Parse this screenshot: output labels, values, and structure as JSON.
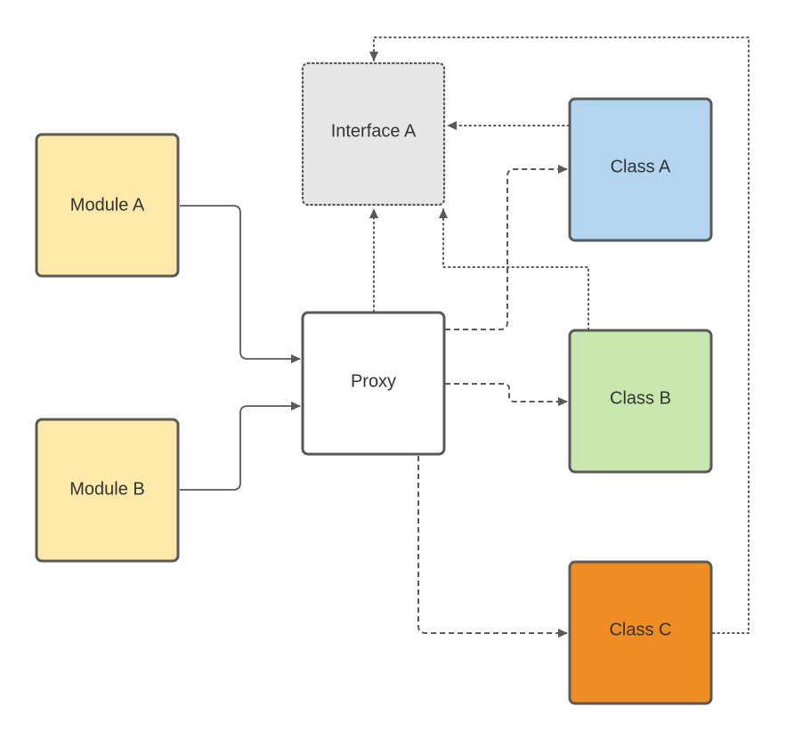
{
  "nodes": {
    "module_a": {
      "label": "Module A",
      "fill": "#fde9a9"
    },
    "module_b": {
      "label": "Module B",
      "fill": "#fde9a9"
    },
    "interface_a": {
      "label": "Interface A",
      "fill": "#e6e6e6",
      "border": "dotted"
    },
    "proxy": {
      "label": "Proxy",
      "fill": "#ffffff"
    },
    "class_a": {
      "label": "Class A",
      "fill": "#b4d5f0"
    },
    "class_b": {
      "label": "Class B",
      "fill": "#c7e7ad"
    },
    "class_c": {
      "label": "Class C",
      "fill": "#ef8d22"
    }
  },
  "edges": [
    {
      "from": "module_a",
      "to": "proxy",
      "style": "solid"
    },
    {
      "from": "module_b",
      "to": "proxy",
      "style": "solid"
    },
    {
      "from": "proxy",
      "to": "interface_a",
      "style": "dotted"
    },
    {
      "from": "class_a",
      "to": "interface_a",
      "style": "dotted"
    },
    {
      "from": "class_b",
      "to": "interface_a",
      "style": "dotted"
    },
    {
      "from": "class_c",
      "to": "interface_a",
      "style": "dotted"
    },
    {
      "from": "proxy",
      "to": "class_a",
      "style": "dashed"
    },
    {
      "from": "proxy",
      "to": "class_b",
      "style": "dashed"
    },
    {
      "from": "proxy",
      "to": "class_c",
      "style": "dashed"
    }
  ],
  "colors": {
    "stroke": "#595959",
    "text": "#333333"
  }
}
